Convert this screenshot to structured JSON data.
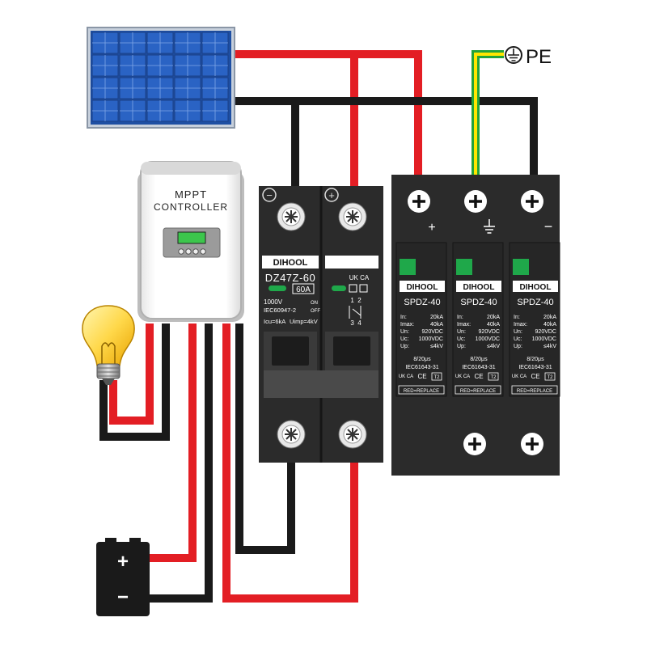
{
  "pe_label": "PE",
  "mppt": {
    "line1": "MPPT",
    "line2": "CONTROLLER"
  },
  "breaker": {
    "brand": "DIHOOL",
    "model": "DZ47Z-60",
    "rating": "60A",
    "voltage": "1000V",
    "standard": "IEC60947-2",
    "on": "ON",
    "off": "OFF",
    "icu": "Icu=6kA",
    "uimp": "Uimp=4kV",
    "term_top": "1  2",
    "term_bottom": "3  4",
    "ukca": "UK CA",
    "minus": "−",
    "plus": "+"
  },
  "spd": {
    "brand": "DIHOOL",
    "model": "SPDZ-40",
    "row_labels": [
      "In:",
      "Imax:",
      "Un:",
      "Uc:",
      "Up:"
    ],
    "row_values": [
      "20kA",
      "40kA",
      "920VDC",
      "1000VDC",
      "≤4kV"
    ],
    "wave": "8/20μs",
    "standard": "IEC61643-31",
    "ukca": "UK CA",
    "ce": "CE",
    "t2": "T2",
    "replace": "RED=REPLACE",
    "sign_plus": "+",
    "sign_minus": "−"
  },
  "battery": {
    "plus": "+",
    "minus": "−"
  },
  "colors": {
    "red_wire": "#e31e24",
    "black_wire": "#1a1a1a",
    "green_wire": "#22a33a",
    "yellow_wire": "#ffe600",
    "device": "#2b2b2b",
    "indicator": "#1fa84a",
    "panel": "#1e4fa3",
    "bulb": "#ffd84a"
  }
}
